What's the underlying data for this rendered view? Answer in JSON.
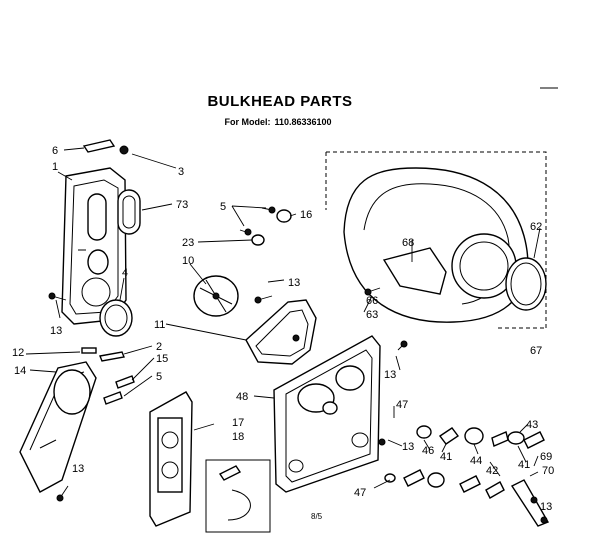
{
  "header": {
    "title": "BULKHEAD PARTS",
    "model_prefix": "For Model:",
    "model_number": "110.86336100"
  },
  "page_number": "8/5",
  "callouts": {
    "c1": "1",
    "c2": "2",
    "c3": "3",
    "c4": "4",
    "c5a": "5",
    "c5b": "5",
    "c6": "6",
    "c10": "10",
    "c11": "11",
    "c12": "12",
    "c13a": "13",
    "c13b": "13",
    "c13c": "13",
    "c13d": "13",
    "c13e": "13",
    "c13f": "13",
    "c14": "14",
    "c15": "15",
    "c16": "16",
    "c17": "17",
    "c18": "18",
    "c23": "23",
    "c41a": "41",
    "c41b": "41",
    "c42": "42",
    "c43": "43",
    "c44": "44",
    "c46": "46",
    "c47a": "47",
    "c47b": "47",
    "c48": "48",
    "c62": "62",
    "c63": "63",
    "c66": "66",
    "c67": "67",
    "c68": "68",
    "c69": "69",
    "c70": "70",
    "c73": "73"
  }
}
